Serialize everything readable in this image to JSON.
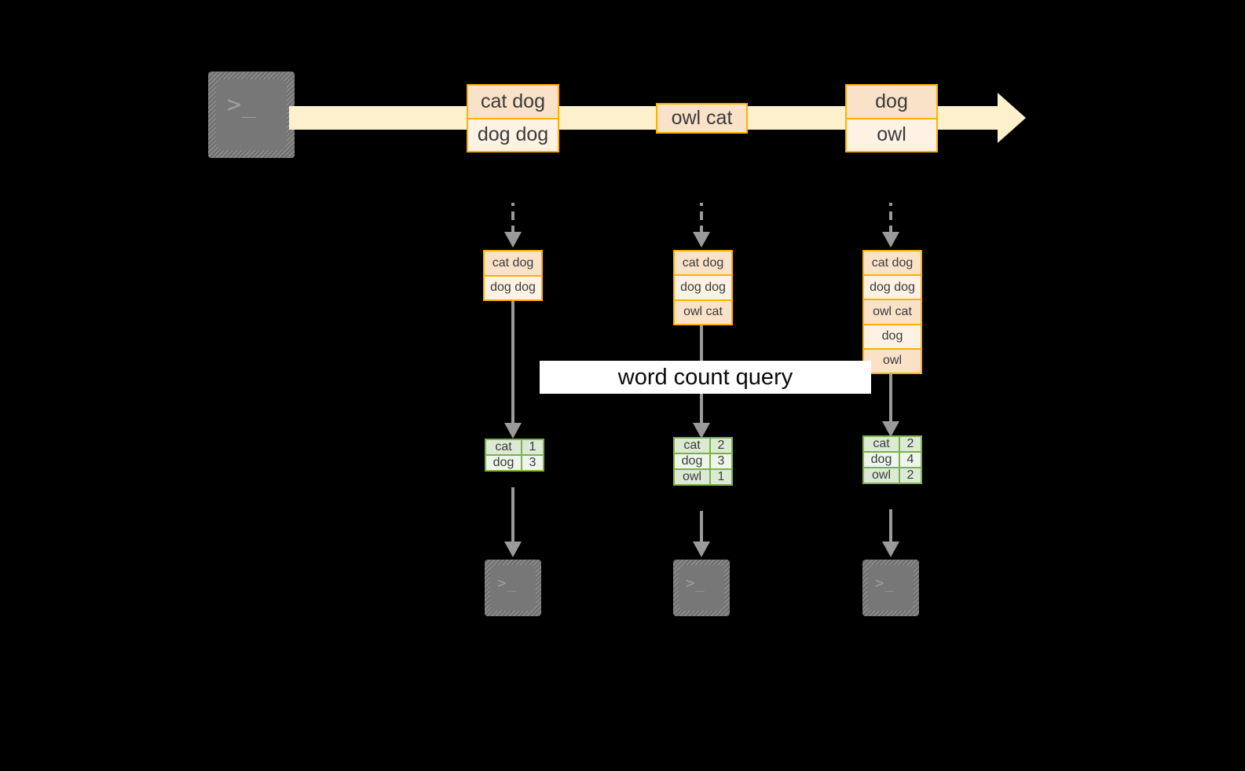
{
  "diagram": {
    "background_color": "#000000",
    "accent_orange": "#ffb000",
    "accent_green": "#7cb342",
    "stream_color": "#fdf0cd",
    "connector_color": "#9a9a9a",
    "query_label": "word count query",
    "terminal_glyph": ">_",
    "source_terminal": {
      "name": "source-terminal",
      "glyph": ">_"
    },
    "stream": {
      "events": [
        {
          "id": "event-1",
          "lines": [
            "cat dog",
            "dog dog"
          ]
        },
        {
          "id": "event-2",
          "lines": [
            "owl cat"
          ]
        },
        {
          "id": "event-3",
          "lines": [
            "dog",
            "owl"
          ]
        }
      ]
    },
    "columns": [
      {
        "id": "column-1",
        "state_rows": [
          "cat dog",
          "dog dog"
        ],
        "result_rows": [
          {
            "word": "cat",
            "count": "1"
          },
          {
            "word": "dog",
            "count": "3"
          }
        ],
        "sink_glyph": ">_"
      },
      {
        "id": "column-2",
        "state_rows": [
          "cat dog",
          "dog dog",
          "owl cat"
        ],
        "result_rows": [
          {
            "word": "cat",
            "count": "2"
          },
          {
            "word": "dog",
            "count": "3"
          },
          {
            "word": "owl",
            "count": "1"
          }
        ],
        "sink_glyph": ">_"
      },
      {
        "id": "column-3",
        "state_rows": [
          "cat dog",
          "dog dog",
          "owl cat",
          "dog",
          "owl"
        ],
        "result_rows": [
          {
            "word": "cat",
            "count": "2"
          },
          {
            "word": "dog",
            "count": "4"
          },
          {
            "word": "owl",
            "count": "2"
          }
        ],
        "sink_glyph": ">_"
      }
    ]
  }
}
